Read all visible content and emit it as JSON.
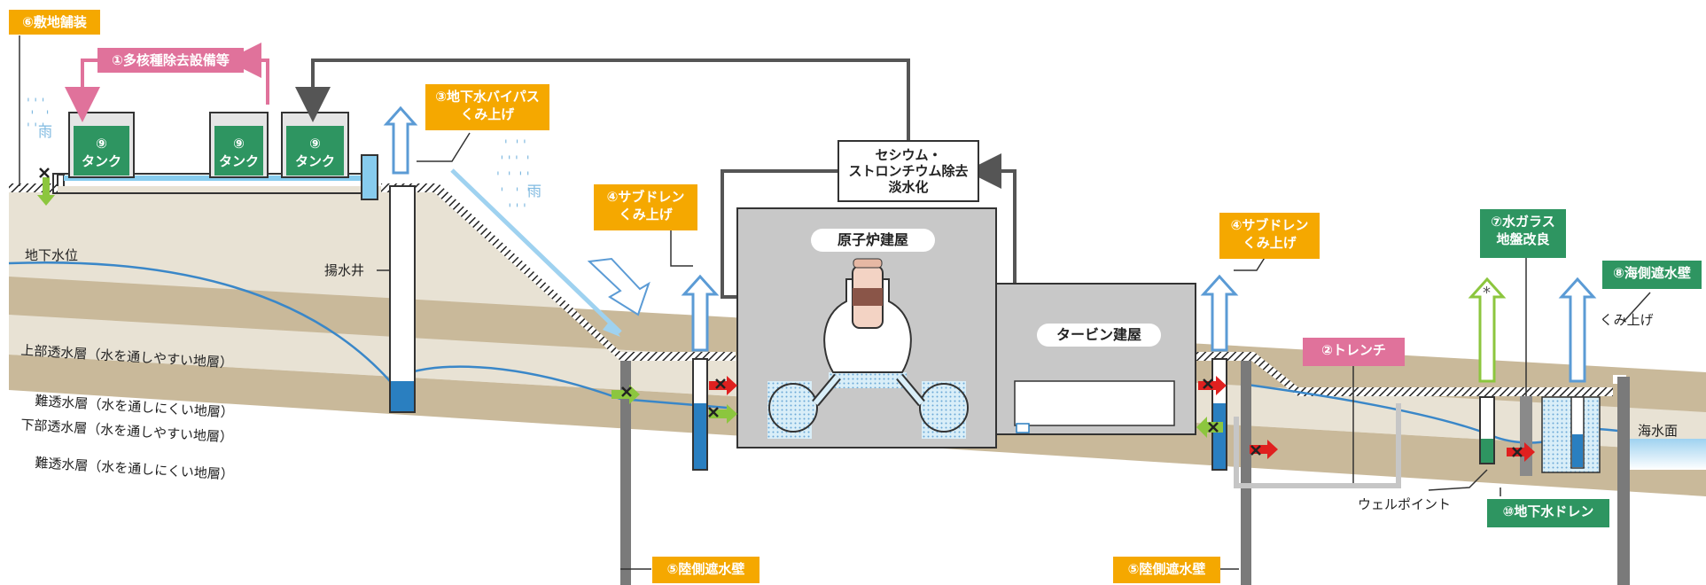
{
  "labels": {
    "site_paving": "⑥敷地舗装",
    "multi_nuclide": "①多核種除去設備等",
    "tank": "⑨\nタンク",
    "bypass": "③地下水バイパス\nくみ上げ",
    "rain": "雨",
    "pumping_well": "揚水井",
    "groundwater_level": "地下水位",
    "upper_permeable": "上部透水層（水を通しやすい地層）",
    "low_permeable_1": "難透水層（水を通しにくい地層）",
    "lower_permeable": "下部透水層（水を通しやすい地層）",
    "low_permeable_2": "難透水層（水を通しにくい地層）",
    "cesium": "セシウム・\nストロンチウム除去\n淡水化",
    "subdrain_left": "④サブドレン\nくみ上げ",
    "subdrain_right": "④サブドレン\nくみ上げ",
    "reactor_building": "原子炉建屋",
    "turbine_building": "タービン建屋",
    "trench": "②トレンチ",
    "water_glass": "⑦水ガラス\n地盤改良",
    "sea_wall": "⑧海側遮水壁",
    "asterisk": "*",
    "pumping_up": "くみ上げ",
    "sea_level": "海水面",
    "well_point": "ウェルポイント",
    "groundwater_drain": "⑩地下水ドレン",
    "land_wall_left": "⑤陸側遮水壁",
    "land_wall_right": "⑤陸側遮水壁"
  },
  "colors": {
    "orange": "#f5a800",
    "pink": "#e0729b",
    "green": "#2e9561",
    "water_blue": "#3a87c8",
    "arrow_blue": "#5b9bd5",
    "soil_light": "#e8e2d4",
    "soil_dark": "#c9b99a",
    "building_gray": "#c8c8c8"
  }
}
